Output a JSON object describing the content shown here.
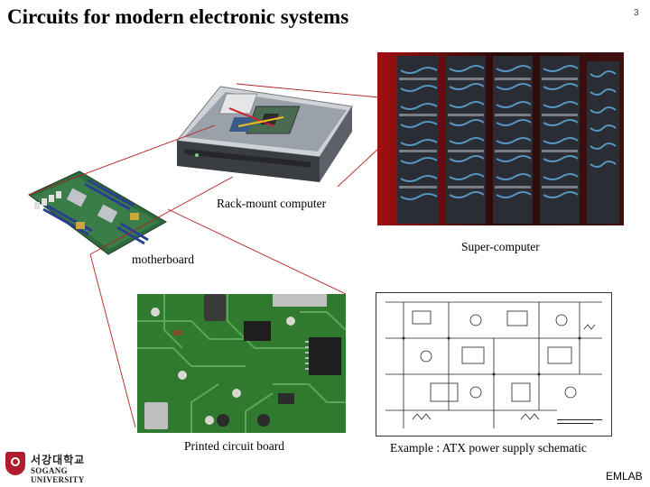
{
  "slide": {
    "title": "Circuits for modern electronic systems",
    "page_number": "3",
    "footer_lab": "EMLAB",
    "logo": {
      "korean_text": "서강대학교",
      "english_text": "SOGANG UNIVERSITY"
    }
  },
  "images": {
    "rack": {
      "caption": "Rack-mount computer"
    },
    "supercomputer": {
      "caption": "Super-computer"
    },
    "motherboard": {
      "caption": "motherboard"
    },
    "pcb": {
      "caption": "Printed circuit board"
    },
    "schematic": {
      "caption": "Example : ATX power supply schematic"
    }
  },
  "colors": {
    "connector_line": "#b22222",
    "logo_red": "#b01c2e"
  }
}
